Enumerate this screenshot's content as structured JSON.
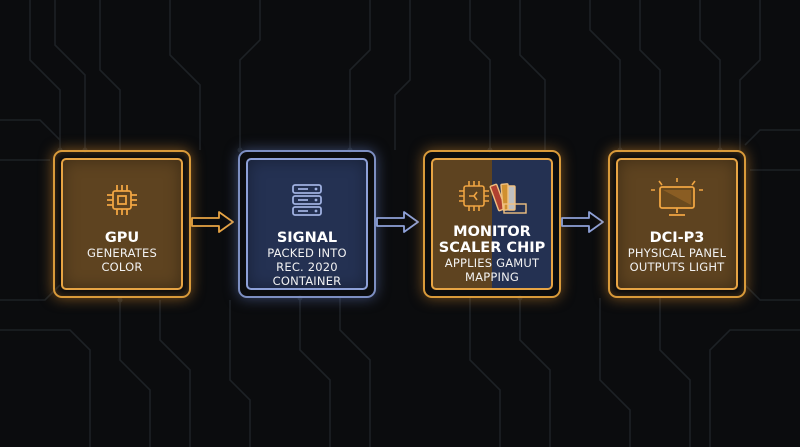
{
  "colors": {
    "background": "#0b0c0e",
    "orange_fill": "#5e4320",
    "orange_border": "#e7a444",
    "blue_fill": "#243152",
    "blue_border": "#8ea1d8",
    "circuit_trace": "#1d2125"
  },
  "nodes": [
    {
      "id": "gpu",
      "title": "GPU",
      "description": "GENERATES\nCOLOR",
      "icon": "cpu-chip-icon",
      "style": "orange"
    },
    {
      "id": "signal",
      "title": "SIGNAL",
      "description": "PACKED INTO\nREC. 2020\nCONTAINER",
      "icon": "server-stack-icon",
      "style": "blue"
    },
    {
      "id": "monitor",
      "title": "MONITOR\nSCALER CHIP",
      "description": "APPLIES GAMUT\nMAPPING",
      "icon": "chip-and-color-swatch-icon",
      "style": "split"
    },
    {
      "id": "dcip3",
      "title": "DCI-P3",
      "description": "PHYSICAL PANEL\nOUTPUTS LIGHT",
      "icon": "glowing-monitor-icon",
      "style": "orange"
    }
  ],
  "connectors": [
    {
      "from": "gpu",
      "to": "signal",
      "icon": "arrow-right-icon",
      "color": "#e7a444"
    },
    {
      "from": "signal",
      "to": "monitor",
      "icon": "arrow-right-icon",
      "color": "#8ea1d8"
    },
    {
      "from": "monitor",
      "to": "dcip3",
      "icon": "arrow-right-icon",
      "color": "#8ea1d8"
    }
  ]
}
